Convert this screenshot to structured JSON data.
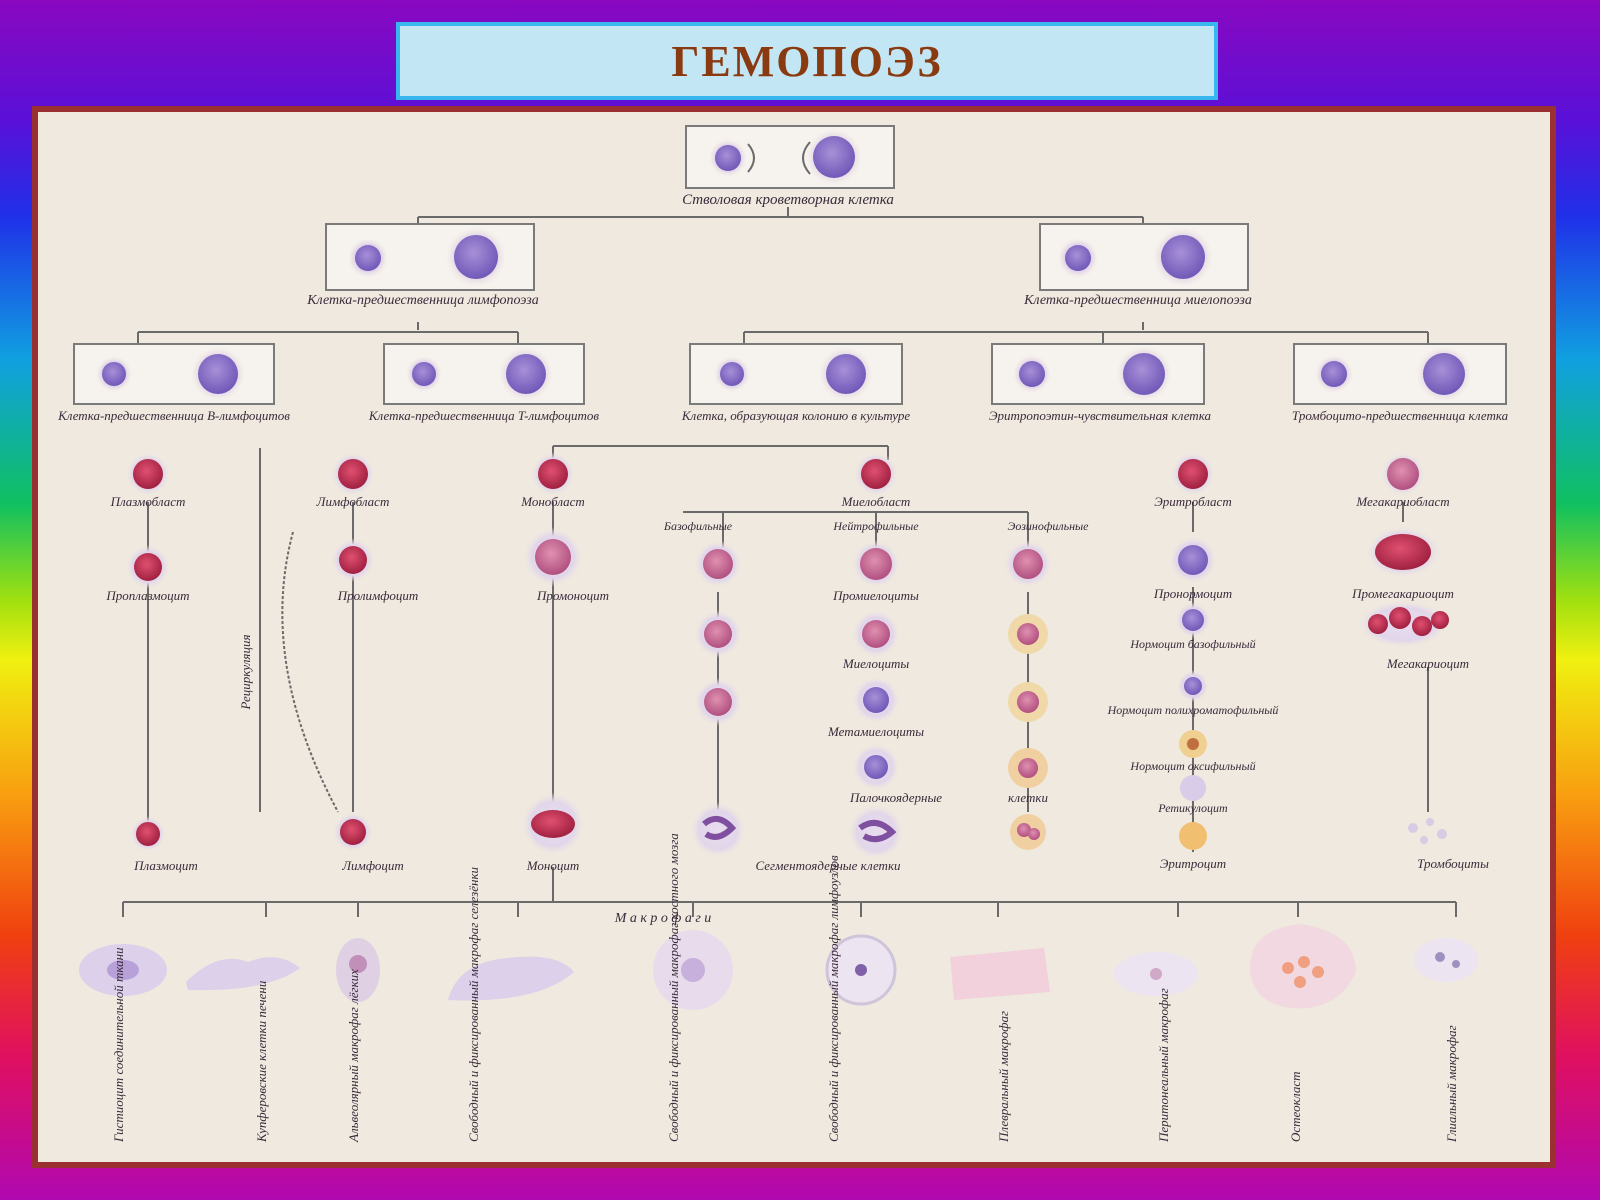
{
  "title": "ГЕМОПОЭЗ",
  "colors": {
    "title_text": "#8a3a10",
    "title_bg": "#c2e6f4",
    "title_border": "#38b6ee",
    "frame_border": "#9a3030",
    "panel_bg": "#efe9df",
    "cell_purple": "#8a6cc8",
    "cell_red": "#c0304a",
    "cell_pink": "#d07090",
    "cell_orange": "#e8a040"
  },
  "diagram": {
    "stem": "Стволовая кроветворная клетка",
    "lymphoid_progenitor": "Клетка-предшественница лимфопоэза",
    "myeloid_progenitor": "Клетка-предшественница миелопоэза",
    "b_progenitor": "Клетка-предшественница B-лимфоцитов",
    "t_progenitor": "Клетка-предшественница T-лимфоцитов",
    "gm_progenitor": "Клетка, образующая колонию в культуре",
    "ery_progenitor": "Эритропоэтин-чувствительная клетка",
    "thrombo_progenitor": "Тромбоцито-предшественница клетка",
    "plasmablast": "Плазмобласт",
    "lymphoblast": "Лимфобласт",
    "monoblast": "Монобласт",
    "myeloblast": "Миелобласт",
    "erythroblast": "Эритробласт",
    "megakaryoblast": "Мегакариобласт",
    "basophilic": "Базофильные",
    "neutrophilic": "Нейтрофильные",
    "eosinophilic": "Эозинофильные",
    "proplasmocyte": "Проплазмоцит",
    "prolymphocyte": "Пролимфоцит",
    "promonocyte": "Промоноцит",
    "promyelocytes": "Промиелоциты",
    "pronormocyte": "Пронормоцит",
    "promegakaryocyte": "Промегакариоцит",
    "myelocytes": "Миелоциты",
    "metamyelocytes": "Метамиелоциты",
    "band_cells": "Палочкоядерные",
    "band_cells_b": "клетки",
    "normo_baso": "Нормоцит базофильный",
    "normo_poly": "Нормоцит полихроматофильный",
    "normo_oxy": "Нормоцит оксифильный",
    "reticulocyte": "Ретикулоцит",
    "megakaryocyte": "Мегакариоцит",
    "recirculation": "Рециркуляция",
    "plasmocyte": "Плазмоцит",
    "lymphocyte": "Лимфоцит",
    "monocyte": "Моноцит",
    "segmented_cells": "Сегментоядерные клетки",
    "erythrocyte": "Эритроцит",
    "platelets": "Тромбоциты",
    "macrophages": "М а к р о ф а г и",
    "tissue": [
      "Гистиоцит соединительной ткани",
      "Купферовские клетки печени",
      "Альвеолярный макрофаг лёгких",
      "Свободный и фиксированный макрофаг селезёнки",
      "Свободный и фиксированный макрофаг костного мозга",
      "Свободный и фиксированный макрофаг лимфоузлов",
      "Плевральный макрофаг",
      "Перитонеальный макрофаг",
      "Остеокласт",
      "Глиальный макрофаг"
    ]
  }
}
